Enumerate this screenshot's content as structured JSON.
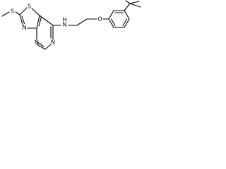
{
  "molecule": {
    "atom_labels": {
      "s_methyl": "S",
      "s_ring": "S",
      "n_thiazole": "N",
      "n_pyrimidine_top": "N",
      "n_pyrimidine_bottom": "N",
      "n_amine": "N",
      "h_amine": "H",
      "o_ether": "O"
    }
  }
}
